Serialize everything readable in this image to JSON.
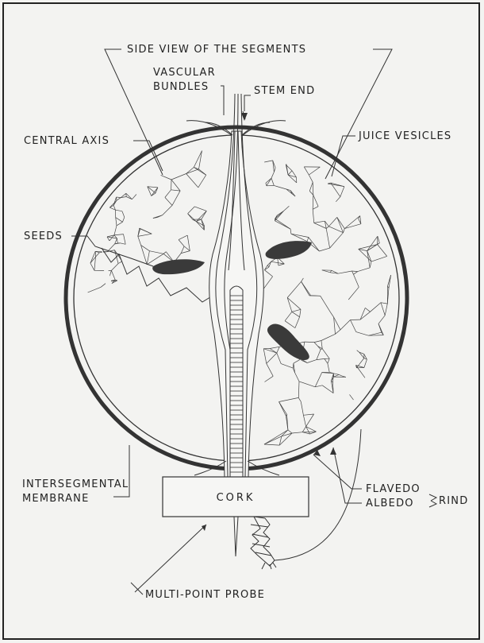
{
  "labels": {
    "side_view": "SIDE VIEW OF THE SEGMENTS",
    "vascular_1": "VASCULAR",
    "vascular_2": "BUNDLES",
    "stem_end": "STEM END",
    "central_axis": "CENTRAL AXIS",
    "juice_vesicles": "JUICE VESICLES",
    "seeds": "SEEDS",
    "intersegmental_1": "INTERSEGMENTAL",
    "intersegmental_2": "MEMBRANE",
    "cork": "CORK",
    "flavedo": "FLAVEDO",
    "albedo": "ALBEDO",
    "rind": "RIND",
    "probe": "MULTI-POINT PROBE"
  },
  "colors": {
    "background": "#f3f3f1",
    "ink": "#222222",
    "seed": "#3a3a3a"
  }
}
